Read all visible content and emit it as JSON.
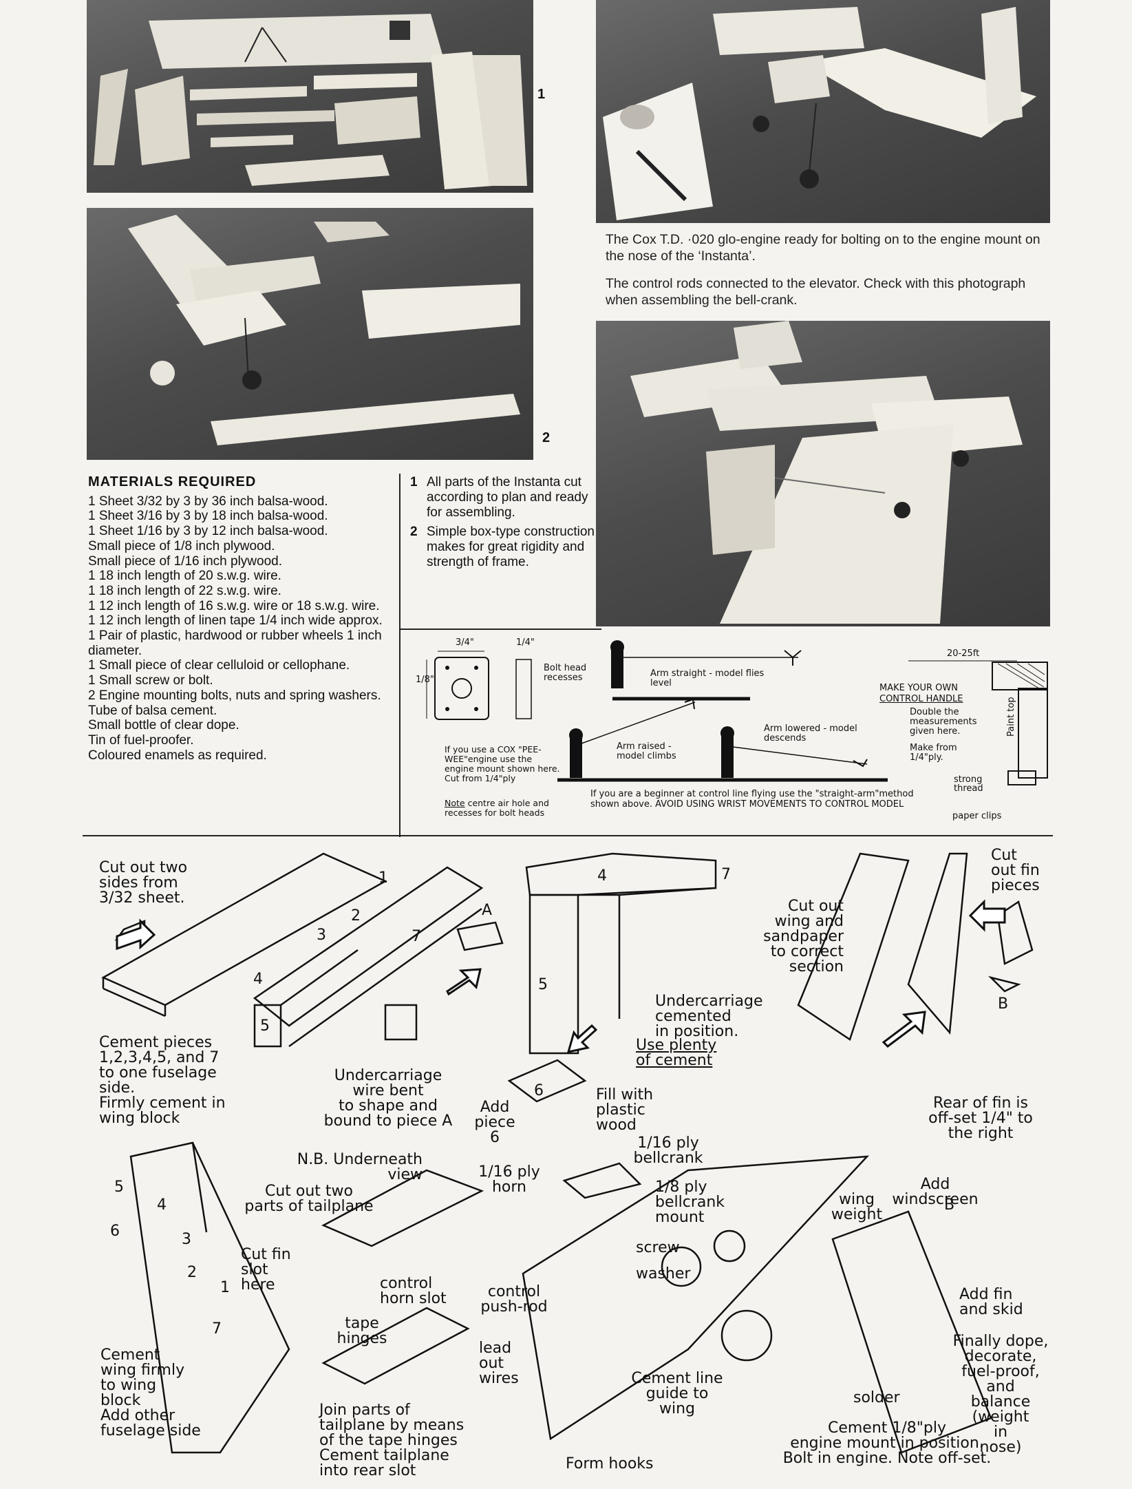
{
  "photos": [
    {
      "id": "parts-photo",
      "number": "1"
    },
    {
      "id": "frame-photo",
      "number": "2"
    },
    {
      "id": "engine-photo",
      "number": ""
    },
    {
      "id": "elevator-photo",
      "number": ""
    }
  ],
  "captions": {
    "engine": "The Cox T.D. ·020 glo-engine ready for bolting on to the engine mount on the nose of the ‘Instanta’.",
    "control_rods": "The control rods connected to the elevator. Check with this photograph when assembling the bell-crank."
  },
  "materials": {
    "title": "MATERIALS REQUIRED",
    "items": [
      "1 Sheet 3/32 by 3 by 36 inch balsa-wood.",
      "1 Sheet 3/16 by 3 by 18 inch balsa-wood.",
      "1 Sheet 1/16 by 3 by 12 inch balsa-wood.",
      "Small piece of 1/8 inch plywood.",
      "Small piece of 1/16 inch plywood.",
      "1 18 inch length of 20 s.w.g. wire.",
      "1 18 inch length of 22 s.w.g. wire.",
      "1 12 inch length of 16 s.w.g. wire or 18 s.w.g. wire.",
      "1 12 inch length of linen tape 1/4 inch wide approx.",
      "1 Pair of plastic, hardwood or rubber wheels 1 inch diameter.",
      "1 Small piece of clear celluloid or cellophane.",
      "1 Small screw or bolt.",
      "2 Engine mounting bolts, nuts and spring washers.",
      "Tube of balsa cement.",
      "Small bottle of clear dope.",
      "Tin of fuel-proofer.",
      "Coloured enamels as required."
    ]
  },
  "steps": [
    {
      "num": "1",
      "text": "All parts of the Instanta cut according to plan and ready for assembling."
    },
    {
      "num": "2",
      "text": "Simple box-type construction makes for great rigidity and strength of frame."
    }
  ],
  "flying": {
    "dim_width": "3/4\"",
    "dim_depth": "1/4\"",
    "dim_height": "1/8\"",
    "bolt_recess": "Bolt head recesses",
    "arm_straight": "Arm straight - model flies level",
    "arm_raised": "Arm raised - model climbs",
    "arm_lowered": "Arm lowered - model descends",
    "cox_note": "If you use a COX \"PEE-WEE\"engine use the engine mount shown here. Cut from 1/4\"ply",
    "centre_note_label": "Note",
    "centre_note": " centre air hole and recesses for bolt heads",
    "beginner_note": "If you are a beginner at control line flying use the \"straight-arm\"method shown above. AVOID USING WRIST MOVEMENTS TO CONTROL MODEL",
    "line_length": "20-25ft",
    "handle_title_1": "MAKE YOUR OWN",
    "handle_title_2": "CONTROL HANDLE",
    "handle_note": "Double the measurements given here.",
    "handle_make": "Make from 1/4\"ply.",
    "strong_thread": "strong thread",
    "paper_clips": "paper clips",
    "paint_top": "Paint top"
  },
  "assembly": {
    "cut_sides": "Cut out two\nsides from\n3/32 sheet.",
    "cement_pieces": "Cement pieces\n1,2,3,4,5, and 7\nto one fuselage\nside.\nFirmly cement in\nwing block",
    "uc_wire": "Undercarriage\nwire bent\nto shape and\nbound to piece A",
    "add_piece": "Add\npiece\n6",
    "uc_cemented": "Undercarriage\ncemented\nin position.",
    "use_plenty": "Use plenty\nof cement",
    "fill_plastic": "Fill with\nplastic\nwood",
    "cut_wing": "Cut out\nwing and\nsandpaper\nto correct\nsection",
    "cut_fin": "Cut\nout fin\npieces",
    "rear_fin": "Rear of fin is\noff-set 1/4\" to\nthe right",
    "nb_underneath": "N.B. Underneath\nview",
    "cut_tailplane": "Cut out two\nparts of tailplane",
    "cut_fin_slot": "Cut fin\nslot\nhere",
    "control_horn_slot": "control\nhorn slot",
    "tape_hinges": "tape\nhinges",
    "ply_horn": "1/16 ply\nhorn",
    "ply_bellcrank": "1/16 ply\nbellcrank",
    "bellcrank_mount": "1/8 ply\nbellcrank\nmount",
    "screw": "screw",
    "washer": "washer",
    "control_pushrod": "control\npush-rod",
    "lead_out": "lead\nout\nwires",
    "cement_wing": "Cement\nwing firmly\nto wing\nblock\nAdd other\nfuselage side",
    "join_tailplane": "Join parts of\ntailplane by means\nof the tape hinges\nCement tailplane\ninto rear slot",
    "form_hooks": "Form hooks",
    "cement_line_guide": "Cement line\nguide to\nwing",
    "wing_weight": "wing\nweight",
    "add_windscreen": "Add\nwindscreen",
    "solder": "solder",
    "add_fin_skid": "Add fin\nand skid",
    "finally": "Finally dope,\ndecorate,\nfuel-proof,\nand\nbalance\n(weight\nin\nnose)",
    "engine_mount": "Cement 1/8\"ply\nengine mount in position.\nBolt in engine. Note off-set.",
    "labels": {
      "l1": "1",
      "l2": "2",
      "l3": "3",
      "l4": "4",
      "l5": "5",
      "l6": "6",
      "l7": "7",
      "la": "A",
      "lb": "B"
    }
  }
}
